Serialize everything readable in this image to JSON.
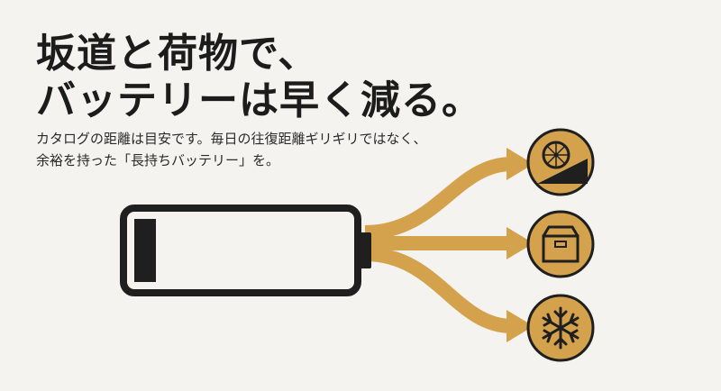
{
  "headline": {
    "line1": "坂道と荷物で、",
    "line2": "バッテリーは早く減る。"
  },
  "subtext": {
    "line1": "カタログの距離は目安です。毎日の往復距離ギリギリではなく、",
    "line2": "余裕を持った「長持ちバッテリー」を。"
  },
  "battery": {
    "level": 0.1
  },
  "factors": [
    {
      "icon": "hill-wheel-icon"
    },
    {
      "icon": "cargo-box-icon"
    },
    {
      "icon": "snowflake-icon"
    }
  ],
  "colors": {
    "background": "#f4f3ef",
    "accent": "#d4a24c",
    "accent_dark": "#bf8d3c",
    "ink": "#1f1f1f"
  }
}
